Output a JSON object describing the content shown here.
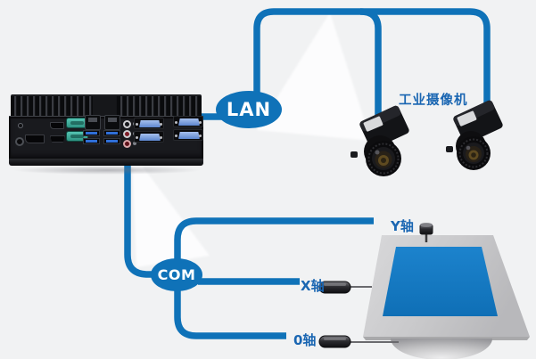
{
  "scene": {
    "background_color": "#f1f2f3",
    "connector_line_color": "#0f72b8",
    "label_text_color": "#1a66b2",
    "platform_top_color": "#1377c4"
  },
  "nodes": {
    "lan": {
      "label": "LAN"
    },
    "com": {
      "label": "COM"
    }
  },
  "labels": {
    "cameras": "工业摄像机",
    "axis_y": "Y轴",
    "axis_x": "X轴",
    "axis_zero": "0轴"
  }
}
